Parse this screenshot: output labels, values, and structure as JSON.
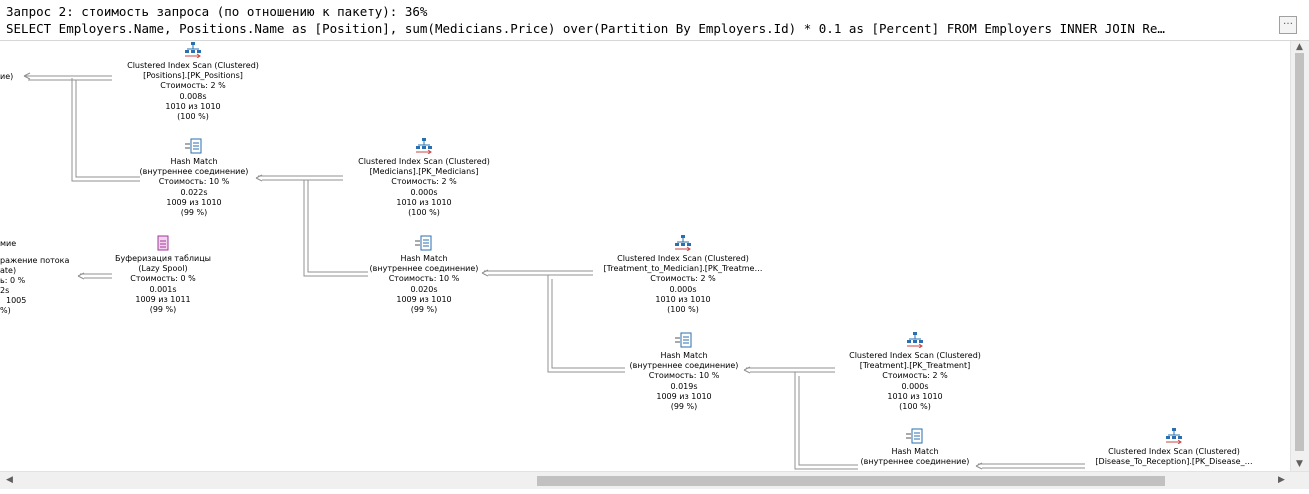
{
  "header": {
    "line1": "Запрос 2: стоимость запроса (по отношению к пакету): 36%",
    "line2": "SELECT Employers.Name, Positions.Name as [Position], sum(Medicians.Price) over(Partition By Employers.Id) * 0.1 as [Percent] FROM Employers INNER JOIN Re…",
    "collapse_glyph": "…"
  },
  "icons": {
    "scan": "clustered-index-scan-icon",
    "hash": "hash-match-icon",
    "spool": "table-spool-icon"
  },
  "left_partial": {
    "top_edge": "ие)",
    "mid1": "мие",
    "mid2": "ражение потока",
    "mid3": "ate)",
    "mid4": "ь: 0 %",
    "mid5": "2s",
    "mid6": "1005",
    "mid7": "%)"
  },
  "nodes": {
    "scan_positions": {
      "op": "Clustered Index Scan (Clustered)",
      "obj": "[Positions].[PK_Positions]",
      "cost": "Стоимость: 2 %",
      "time": "0.008s",
      "rows": "1010 из 1010",
      "pct": "(100 %)"
    },
    "hash1": {
      "op": "Hash Match",
      "obj": "(внутреннее соединение)",
      "cost": "Стоимость: 10 %",
      "time": "0.022s",
      "rows": "1009 из 1010",
      "pct": "(99 %)"
    },
    "scan_medicians": {
      "op": "Clustered Index Scan (Clustered)",
      "obj": "[Medicians].[PK_Medicians]",
      "cost": "Стоимость: 2 %",
      "time": "0.000s",
      "rows": "1010 из 1010",
      "pct": "(100 %)"
    },
    "spool": {
      "op": "Буферизация таблицы",
      "obj": "(Lazy Spool)",
      "cost": "Стоимость: 0 %",
      "time": "0.001s",
      "rows": "1009 из 1011",
      "pct": "(99 %)"
    },
    "hash2": {
      "op": "Hash Match",
      "obj": "(внутреннее соединение)",
      "cost": "Стоимость: 10 %",
      "time": "0.020s",
      "rows": "1009 из 1010",
      "pct": "(99 %)"
    },
    "scan_ttm": {
      "op": "Clustered Index Scan (Clustered)",
      "obj": "[Treatment_to_Medician].[PK_Treatme…",
      "cost": "Стоимость: 2 %",
      "time": "0.000s",
      "rows": "1010 из 1010",
      "pct": "(100 %)"
    },
    "hash3": {
      "op": "Hash Match",
      "obj": "(внутреннее соединение)",
      "cost": "Стоимость: 10 %",
      "time": "0.019s",
      "rows": "1009 из 1010",
      "pct": "(99 %)"
    },
    "scan_treatment": {
      "op": "Clustered Index Scan (Clustered)",
      "obj": "[Treatment].[PK_Treatment]",
      "cost": "Стоимость: 2 %",
      "time": "0.000s",
      "rows": "1010 из 1010",
      "pct": "(100 %)"
    },
    "hash4": {
      "op": "Hash Match",
      "obj": "(внутреннее соединение)"
    },
    "scan_dtr": {
      "op": "Clustered Index Scan (Clustered)",
      "obj": "[Disease_To_Reception].[PK_Disease_…"
    }
  },
  "scrollbars": {
    "left_arrow": "◀",
    "right_arrow": "▶",
    "up_arrow": "▲",
    "down_arrow": "▼"
  }
}
